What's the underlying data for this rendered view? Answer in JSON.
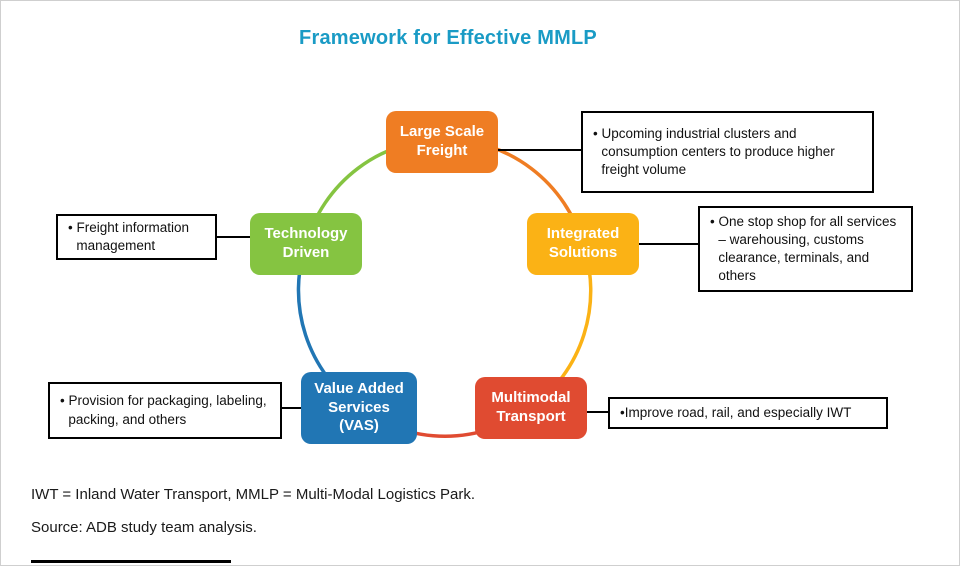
{
  "title": "Framework for Effective MMLP",
  "colors": {
    "title": "#1a9bc5",
    "orange": "#ef7d23",
    "yellow": "#fbb215",
    "red": "#e04b31",
    "blue": "#2176b4",
    "green": "#85c441",
    "connector": "#000000"
  },
  "nodes": [
    {
      "id": "large-scale-freight",
      "label": "Large Scale\nFreight",
      "color": "#ef7d23"
    },
    {
      "id": "integrated-solutions",
      "label": "Integrated\nSolutions",
      "color": "#fbb215"
    },
    {
      "id": "multimodal-transport",
      "label": "Multimodal\nTransport",
      "color": "#e04b31"
    },
    {
      "id": "value-added-services",
      "label": "Value Added\nServices\n(VAS)",
      "color": "#2176b4"
    },
    {
      "id": "technology-driven",
      "label": "Technology\nDriven",
      "color": "#85c441"
    }
  ],
  "callouts": [
    {
      "id": "freight-volume",
      "text": "• Upcoming industrial clusters and consumption centers to produce higher freight volume"
    },
    {
      "id": "one-stop-shop",
      "text": "• One stop shop for all services – warehousing, customs clearance, terminals, and others"
    },
    {
      "id": "improve-iwt",
      "text": "•Improve road, rail, and especially IWT"
    },
    {
      "id": "packaging",
      "text": "• Provision for packaging, labeling, packing, and others"
    },
    {
      "id": "freight-information",
      "text": "• Freight information management"
    }
  ],
  "footer": {
    "abbreviations": "IWT = Inland Water Transport, MMLP = Multi-Modal Logistics Park.",
    "source": "Source: ADB study team analysis."
  }
}
